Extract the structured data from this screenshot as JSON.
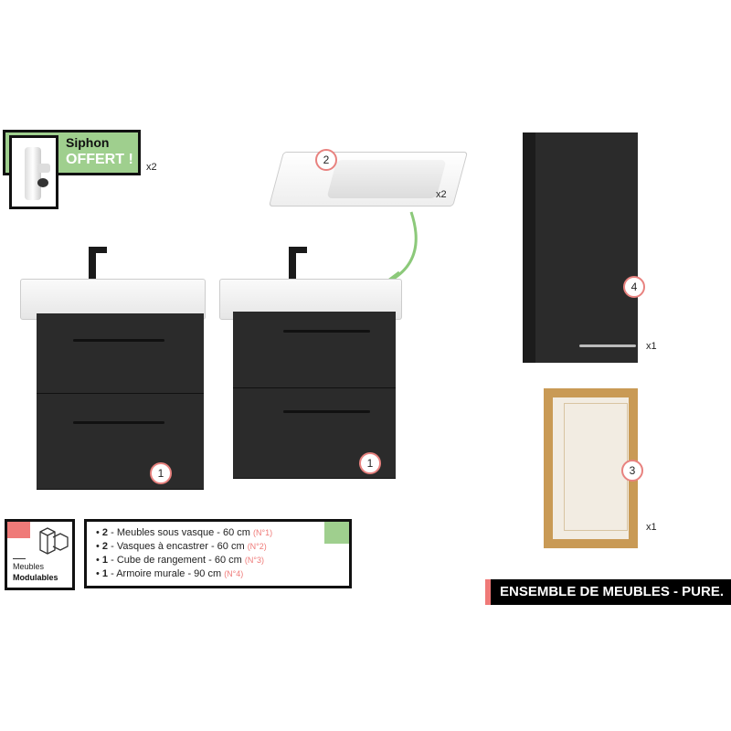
{
  "siphon": {
    "line1": "Siphon",
    "line2": "OFFERT !",
    "qty": "x2",
    "icon": "siphon-image"
  },
  "basin": {
    "badge": "2",
    "qty": "x2"
  },
  "vanities": [
    {
      "badge": "1"
    },
    {
      "badge": "1"
    }
  ],
  "wall_cabinet": {
    "badge": "4",
    "qty": "x1"
  },
  "cube": {
    "badge": "3",
    "qty": "x1"
  },
  "legend": {
    "modular_line1": "Meubles",
    "modular_line2": "Modulables",
    "items": [
      {
        "count": "2",
        "text": " - Meubles sous vasque - 60 cm ",
        "ref": "(N°1)"
      },
      {
        "count": "2",
        "text": " - Vasques à encastrer - 60 cm ",
        "ref": "(N°2)"
      },
      {
        "count": "1",
        "text": " - Cube de rangement - 60 cm ",
        "ref": "(N°3)"
      },
      {
        "count": "1",
        "text": " - Armoire murale - 90 cm ",
        "ref": "(N°4)"
      }
    ]
  },
  "banner": {
    "title": "ENSEMBLE DE MEUBLES - PURE."
  },
  "colors": {
    "accent_red": "#ef7a78",
    "accent_green": "#9fcf8e",
    "furniture": "#2b2b2b",
    "wood": "#c99a55"
  }
}
